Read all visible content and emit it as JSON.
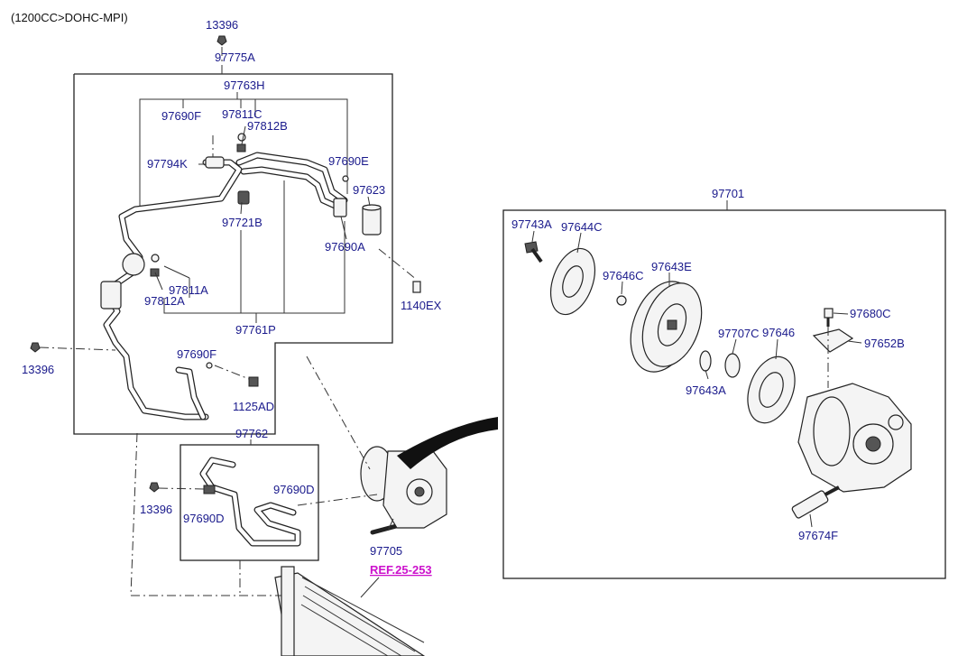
{
  "header": {
    "title": "(1200CC>DOHC-MPI)"
  },
  "labels": {
    "l13396_top": "13396",
    "l97775A": "97775A",
    "l97763H": "97763H",
    "l97690F_top": "97690F",
    "l97811C": "97811C",
    "l97812B": "97812B",
    "l97794K": "97794K",
    "l97690E": "97690E",
    "l97623": "97623",
    "l97721B": "97721B",
    "l97690A": "97690A",
    "l1140EX": "1140EX",
    "l97811A": "97811A",
    "l97812A": "97812A",
    "l97761P": "97761P",
    "l13396_left": "13396",
    "l97690F_low": "97690F",
    "l1125AD": "1125AD",
    "l97762": "97762",
    "l97690D_right": "97690D",
    "l13396_mid": "13396",
    "l97690D_left": "97690D",
    "l97705": "97705",
    "ref": "REF.25-253",
    "l97701": "97701",
    "l97743A": "97743A",
    "l97644C": "97644C",
    "l97646C": "97646C",
    "l97643E": "97643E",
    "l97680C": "97680C",
    "l97707C": "97707C",
    "l97646": "97646",
    "l97652B": "97652B",
    "l97643A": "97643A",
    "l97674F": "97674F"
  },
  "colors": {
    "label": "#1a1a8c",
    "ref": "#cc11cc",
    "line": "#222222"
  }
}
